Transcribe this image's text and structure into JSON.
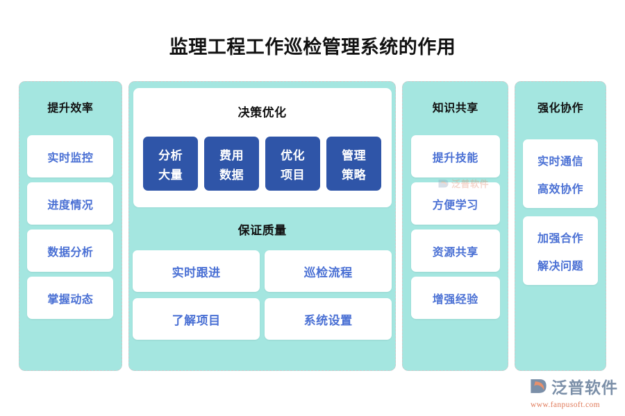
{
  "page_title": "监理工程工作巡检管理系统的作用",
  "theme": {
    "panel_bg": "#a4e6e0",
    "panel_border": "#c9c9c9",
    "card_bg": "#ffffff",
    "card_text": "#4a70d4",
    "blue_box_bg": "#2f55a8",
    "blue_box_text": "#ffffff",
    "heading_text": "#111111",
    "logo_text": "#7b8fa8",
    "logo_url_color": "#e07a5a"
  },
  "columns": [
    {
      "title": "提升效率",
      "cards": [
        {
          "lines": [
            "实时监控"
          ]
        },
        {
          "lines": [
            "进度情况"
          ]
        },
        {
          "lines": [
            "数据分析"
          ]
        },
        {
          "lines": [
            "掌握动态"
          ]
        }
      ]
    },
    {
      "title": "决策优化",
      "blue_boxes": [
        {
          "lines": [
            "分析",
            "大量"
          ]
        },
        {
          "lines": [
            "费用",
            "数据"
          ]
        },
        {
          "lines": [
            "优化",
            "项目"
          ]
        },
        {
          "lines": [
            "管理",
            "策略"
          ]
        }
      ],
      "quality_title": "保证质量",
      "quality_cards": [
        {
          "lines": [
            "实时跟进"
          ]
        },
        {
          "lines": [
            "巡检流程"
          ]
        },
        {
          "lines": [
            "了解项目"
          ]
        },
        {
          "lines": [
            "系统设置"
          ]
        }
      ]
    },
    {
      "title": "知识共享",
      "cards": [
        {
          "lines": [
            "提升技能"
          ]
        },
        {
          "lines": [
            "方便学习"
          ]
        },
        {
          "lines": [
            "资源共享"
          ]
        },
        {
          "lines": [
            "增强经验"
          ]
        }
      ]
    },
    {
      "title": "强化协作",
      "cards": [
        {
          "lines": [
            "实时通信",
            "高效协作"
          ]
        },
        {
          "lines": [
            "加强合作",
            "解决问题"
          ]
        }
      ]
    }
  ],
  "watermark": {
    "text": "泛普软件",
    "icon": "fanpu-logo-icon"
  },
  "logo": {
    "brand": "泛普软件",
    "url": "www.fanpusoft.com",
    "icon": "fanpu-logo-icon"
  }
}
